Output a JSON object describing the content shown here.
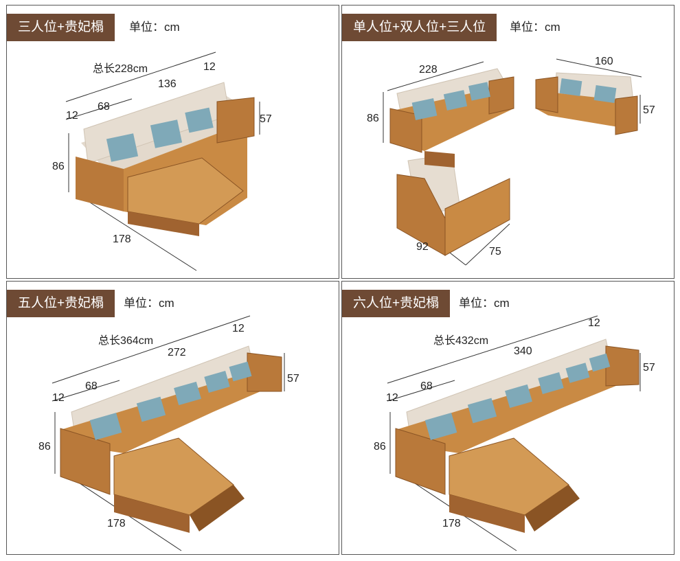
{
  "panels": [
    {
      "title": "三人位+贵妃榻",
      "unit": "单位：cm",
      "dims": {
        "total": "总长228cm",
        "arm_top": "12",
        "seat_run": "136",
        "arm_left": "12",
        "seat_w": "68",
        "arm_h": "57",
        "back_h": "86",
        "chaise_len": "178"
      }
    },
    {
      "title": "单人位+双人位+三人位",
      "unit": "单位：cm",
      "dims": {
        "three_len": "228",
        "three_h": "86",
        "two_len": "160",
        "two_h": "57",
        "one_w": "92",
        "one_d": "75"
      }
    },
    {
      "title": "五人位+贵妃榻",
      "unit": "单位：cm",
      "dims": {
        "total": "总长364cm",
        "arm_top": "12",
        "seat_run": "272",
        "arm_left": "12",
        "seat_w": "68",
        "arm_h": "57",
        "back_h": "86",
        "chaise_len": "178"
      }
    },
    {
      "title": "六人位+贵妃榻",
      "unit": "单位：cm",
      "dims": {
        "total": "总长432cm",
        "arm_top": "12",
        "seat_run": "340",
        "arm_left": "12",
        "seat_w": "68",
        "arm_h": "57",
        "back_h": "86",
        "chaise_len": "178"
      }
    }
  ],
  "colors": {
    "tag_bg": "#6e4a34",
    "wood": "#b9793a",
    "wood_dark": "#8a5424",
    "cushion": "#e3d9cc",
    "pillow": "#7fa9b8"
  }
}
